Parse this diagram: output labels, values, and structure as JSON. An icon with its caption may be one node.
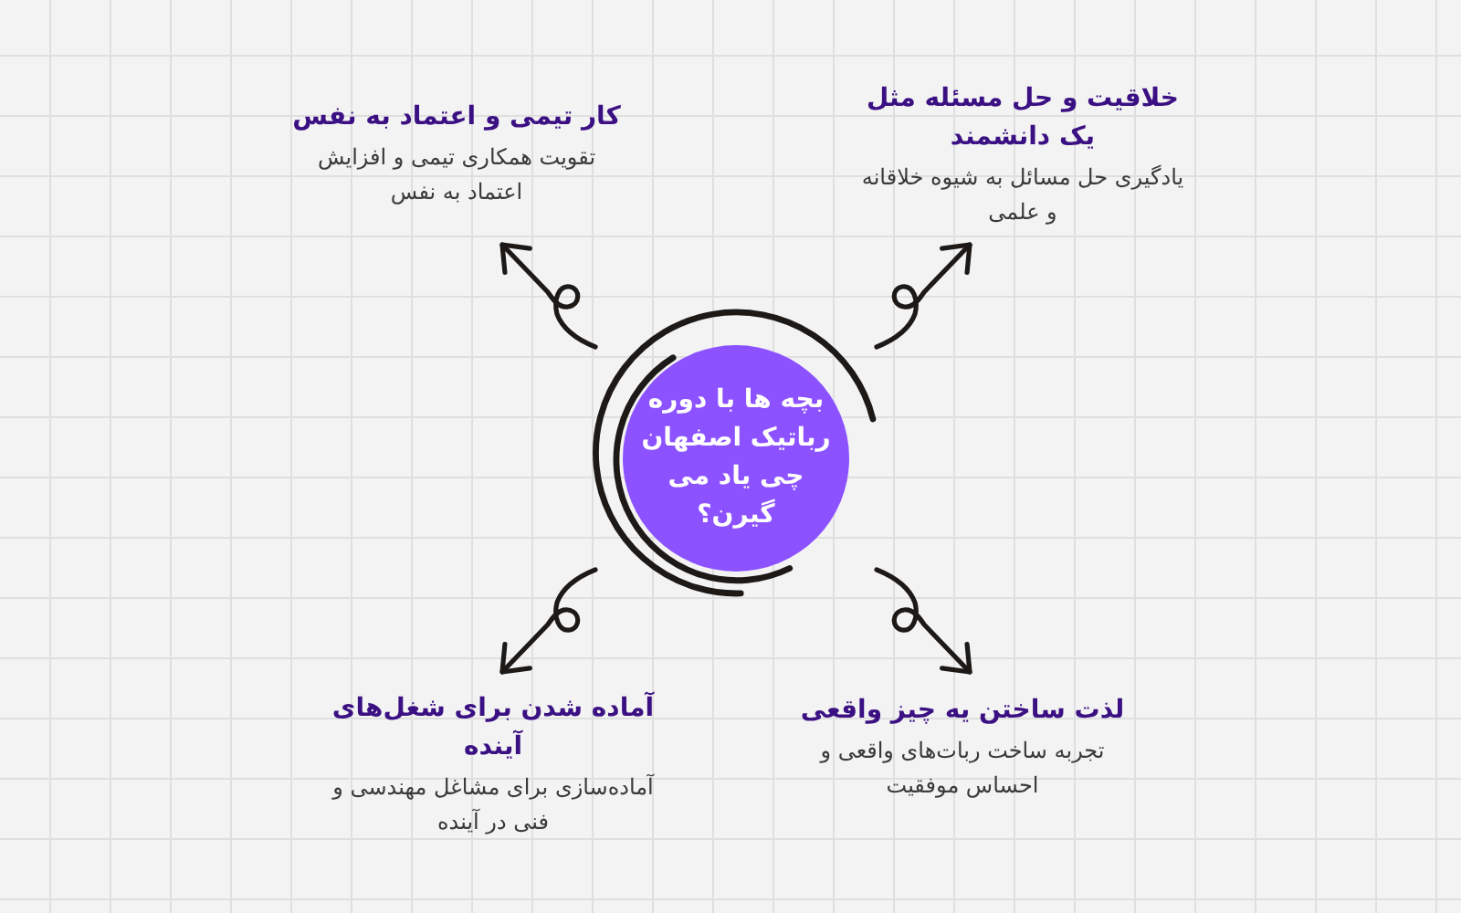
{
  "diagram": {
    "nodes": [
      {
        "text": [
          "بچه ها با دوره رباتیک اصفهان چی یاد می گیرن؟"
        ]
      },
      {
        "text": [
          "خلاقیت و حل مسئله مثل یک دانشمند",
          "یادگیری حل مسائل به شیوه خلاقانه و علمی"
        ]
      },
      {
        "text": [
          "کار تیمی و اعتماد به نفس",
          "تقویت همکاری تیمی و افزایش اعتماد به نفس"
        ]
      },
      {
        "text": [
          "لذت ساختن یه چیز واقعی",
          "تجربه ساخت ربات‌های واقعی و احساس موفقیت"
        ]
      },
      {
        "text": [
          "آماده شدن برای شغل‌های آینده",
          "آماده‌سازی برای مشاغل مهندسی و فنی در آینده"
        ]
      }
    ],
    "edges": [
      {
        "from": 0,
        "to": 1,
        "arrow": "to"
      },
      {
        "from": 0,
        "to": 2,
        "arrow": "to"
      },
      {
        "from": 0,
        "to": 3,
        "arrow": "to"
      },
      {
        "from": 0,
        "to": 4,
        "arrow": "to"
      }
    ]
  }
}
